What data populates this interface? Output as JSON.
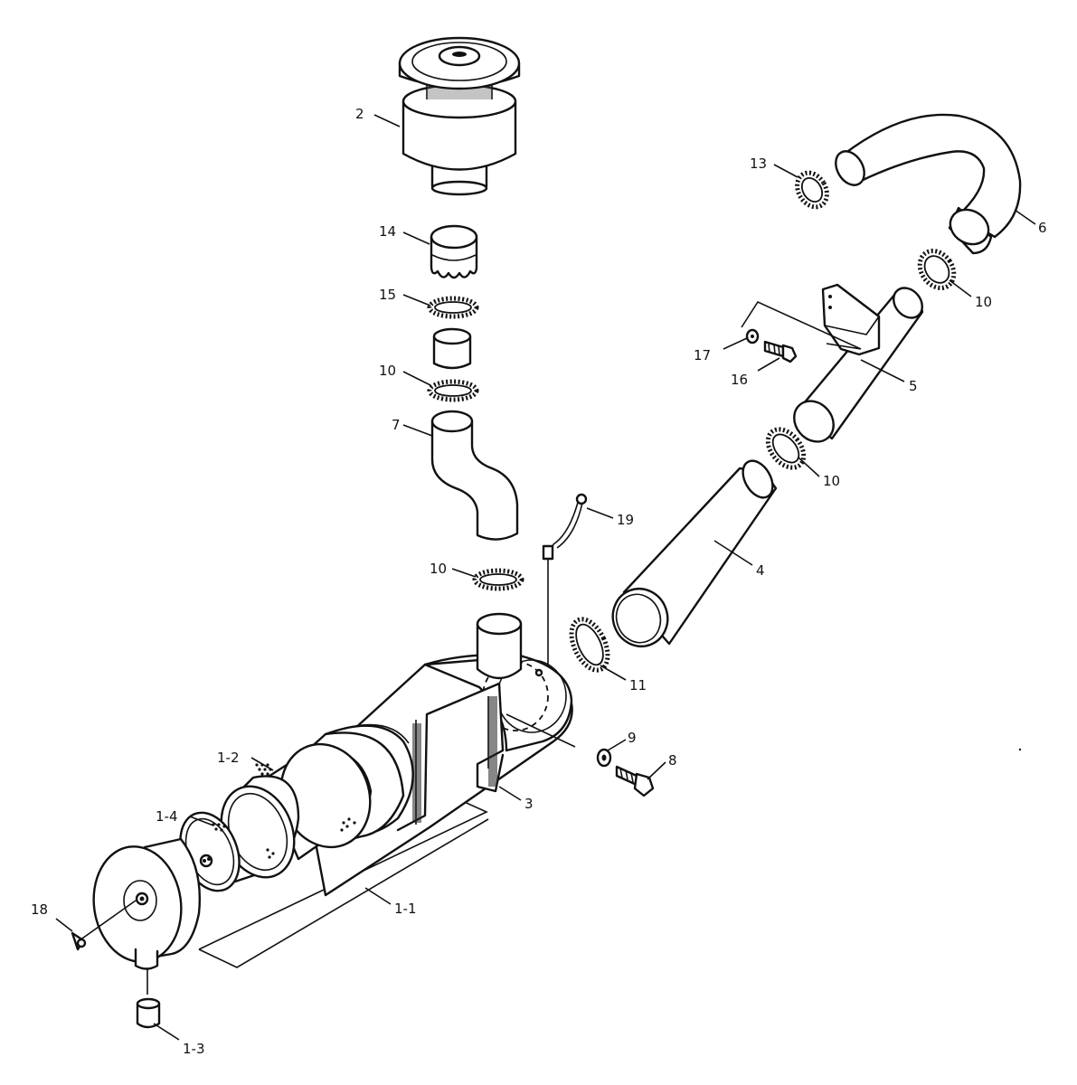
{
  "diagram": {
    "callouts": [
      {
        "id": "c2",
        "text": "2"
      },
      {
        "id": "c14",
        "text": "14"
      },
      {
        "id": "c15",
        "text": "15"
      },
      {
        "id": "c10a",
        "text": "10"
      },
      {
        "id": "c7",
        "text": "7"
      },
      {
        "id": "c19",
        "text": "19"
      },
      {
        "id": "c10b",
        "text": "10"
      },
      {
        "id": "c13",
        "text": "13"
      },
      {
        "id": "c6",
        "text": "6"
      },
      {
        "id": "c10c",
        "text": "10"
      },
      {
        "id": "c17",
        "text": "17"
      },
      {
        "id": "c16",
        "text": "16"
      },
      {
        "id": "c5",
        "text": "5"
      },
      {
        "id": "c10d",
        "text": "10"
      },
      {
        "id": "c4",
        "text": "4"
      },
      {
        "id": "c11",
        "text": "11"
      },
      {
        "id": "c9",
        "text": "9"
      },
      {
        "id": "c8",
        "text": "8"
      },
      {
        "id": "c3",
        "text": "3"
      },
      {
        "id": "c12",
        "text": "1-2"
      },
      {
        "id": "c14b",
        "text": "1-4"
      },
      {
        "id": "c11b",
        "text": "1-1"
      },
      {
        "id": "c18",
        "text": "18"
      },
      {
        "id": "c13b",
        "text": "1-3"
      }
    ]
  }
}
